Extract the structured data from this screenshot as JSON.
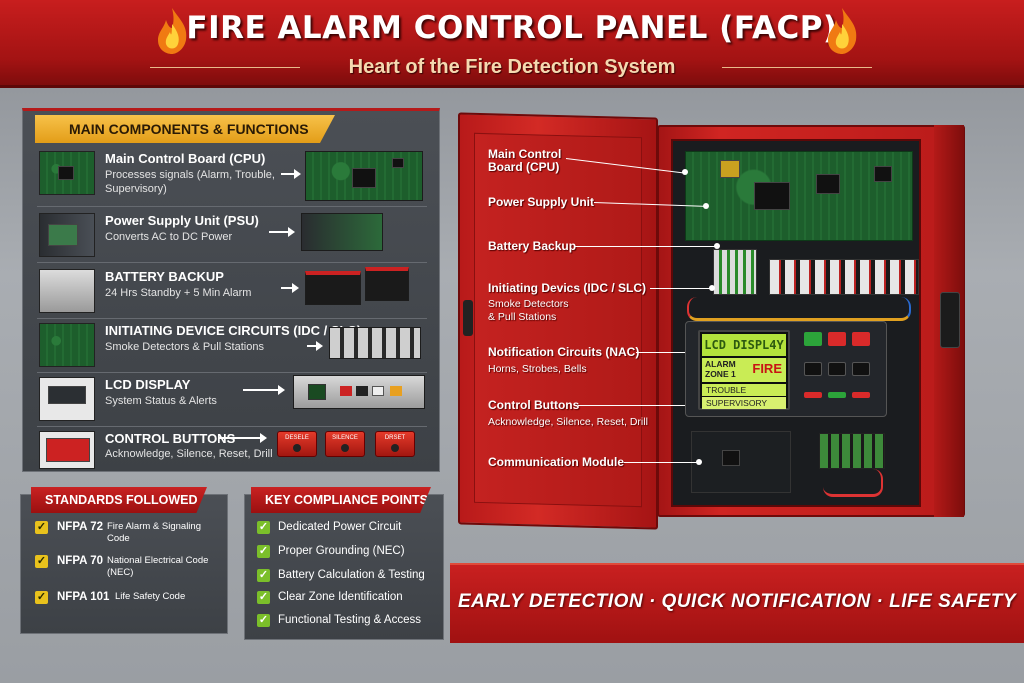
{
  "header": {
    "title": "FIRE ALARM CONTROL PANEL (FACP)",
    "subtitle": "Heart of the Fire Detection System"
  },
  "components": {
    "heading": "MAIN COMPONENTS & FUNCTIONS",
    "items": [
      {
        "title": "Main Control Board (CPU)",
        "desc": "Processes signals (Alarm, Trouble, Supervisory)"
      },
      {
        "title": "Power Supply Unit (PSU)",
        "desc": "Converts AC to DC Power"
      },
      {
        "title": "BATTERY BACKUP",
        "desc": "24 Hrs Standby + 5 Min Alarm"
      },
      {
        "title": "INITIATING DEVICE CIRCUITS (IDC / SLC)",
        "desc": "Smoke Detectors & Pull Stations"
      },
      {
        "title": "LCD DISPLAY",
        "desc": "System Status & Alerts"
      },
      {
        "title": "CONTROL BUTTONS",
        "desc": "Acknowledge, Silence, Reset, Drill"
      }
    ],
    "button_labels": [
      "DESELE",
      "SILENCE",
      "DRSET"
    ]
  },
  "standards": {
    "heading": "STANDARDS FOLLOWED",
    "items": [
      {
        "code": "NFPA 72",
        "desc": "Fire Alarm & Signaling Code"
      },
      {
        "code": "NFPA 70",
        "desc": "National Electrical Code (NEC)"
      },
      {
        "code": "NFPA 101",
        "desc": "Life Safety Code"
      }
    ]
  },
  "compliance": {
    "heading": "KEY COMPLIANCE POINTS",
    "items": [
      "Dedicated Power Circuit",
      "Proper Grounding (NEC)",
      "Battery Calculation & Testing",
      "Clear Zone Identification",
      "Functional Testing & Access"
    ]
  },
  "cabinet_labels": [
    {
      "label": "Main Control\nBoard (CPU)",
      "sub": ""
    },
    {
      "label": "Power Supply Unit",
      "sub": ""
    },
    {
      "label": "Battery Backup",
      "sub": ""
    },
    {
      "label": "Initiating Devics (IDC / SLC)",
      "sub": "Smoke Detectors\n& Pull Stations"
    },
    {
      "label": "Notification Circuits (NAC)",
      "sub": "Horns, Strobes, Bells"
    },
    {
      "label": "Control Buttons",
      "sub": "Acknowledge, Silence, Reset, Drill"
    },
    {
      "label": "Communication Module",
      "sub": ""
    }
  ],
  "lcd": {
    "title": "LCD DISPL4Y",
    "alarm": "ALARM\nZONE 1",
    "fire": "FIRE",
    "trouble": "TROUBLE",
    "supervisory": "SUPERVISORY"
  },
  "banner": "EARLY DETECTION · QUICK NOTIFICATION · LIFE SAFETY",
  "colors": {
    "brand_red": "#c81e1e",
    "accent_gold": "#f0b030",
    "check_yellow": "#e9c21c",
    "check_green": "#7bbf2a",
    "lcd_green": "#c9ec55"
  }
}
